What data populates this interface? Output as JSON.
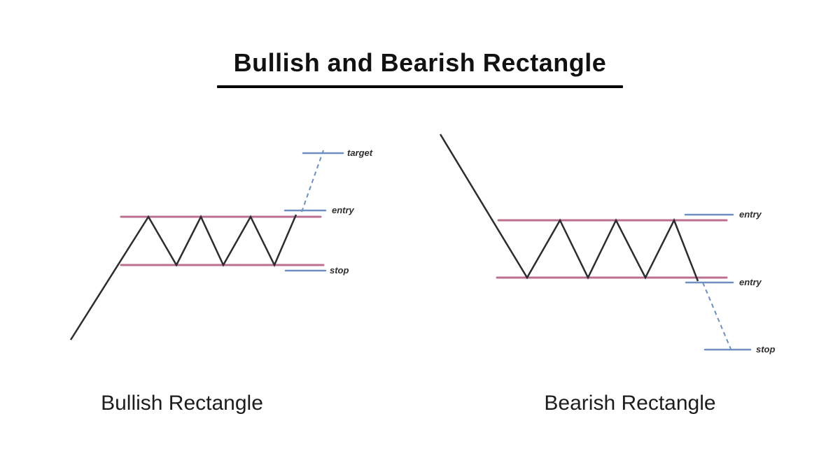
{
  "title": "Bullish and Bearish Rectangle",
  "colors": {
    "background": "#ffffff",
    "price_line": "#2d2d2d",
    "boundary_line": "#bb7090",
    "signal_line": "#6f8fc0",
    "label_text": "#2e2e2e",
    "title_text": "#111111"
  },
  "left_diagram": {
    "caption": "Bullish Rectangle",
    "target_label": "target",
    "entry_label": "entry",
    "stop_label": "stop"
  },
  "right_diagram": {
    "caption": "Bearish Rectangle",
    "entry_top_label": "entry",
    "entry_bottom_label": "entry",
    "stop_label": "stop"
  }
}
